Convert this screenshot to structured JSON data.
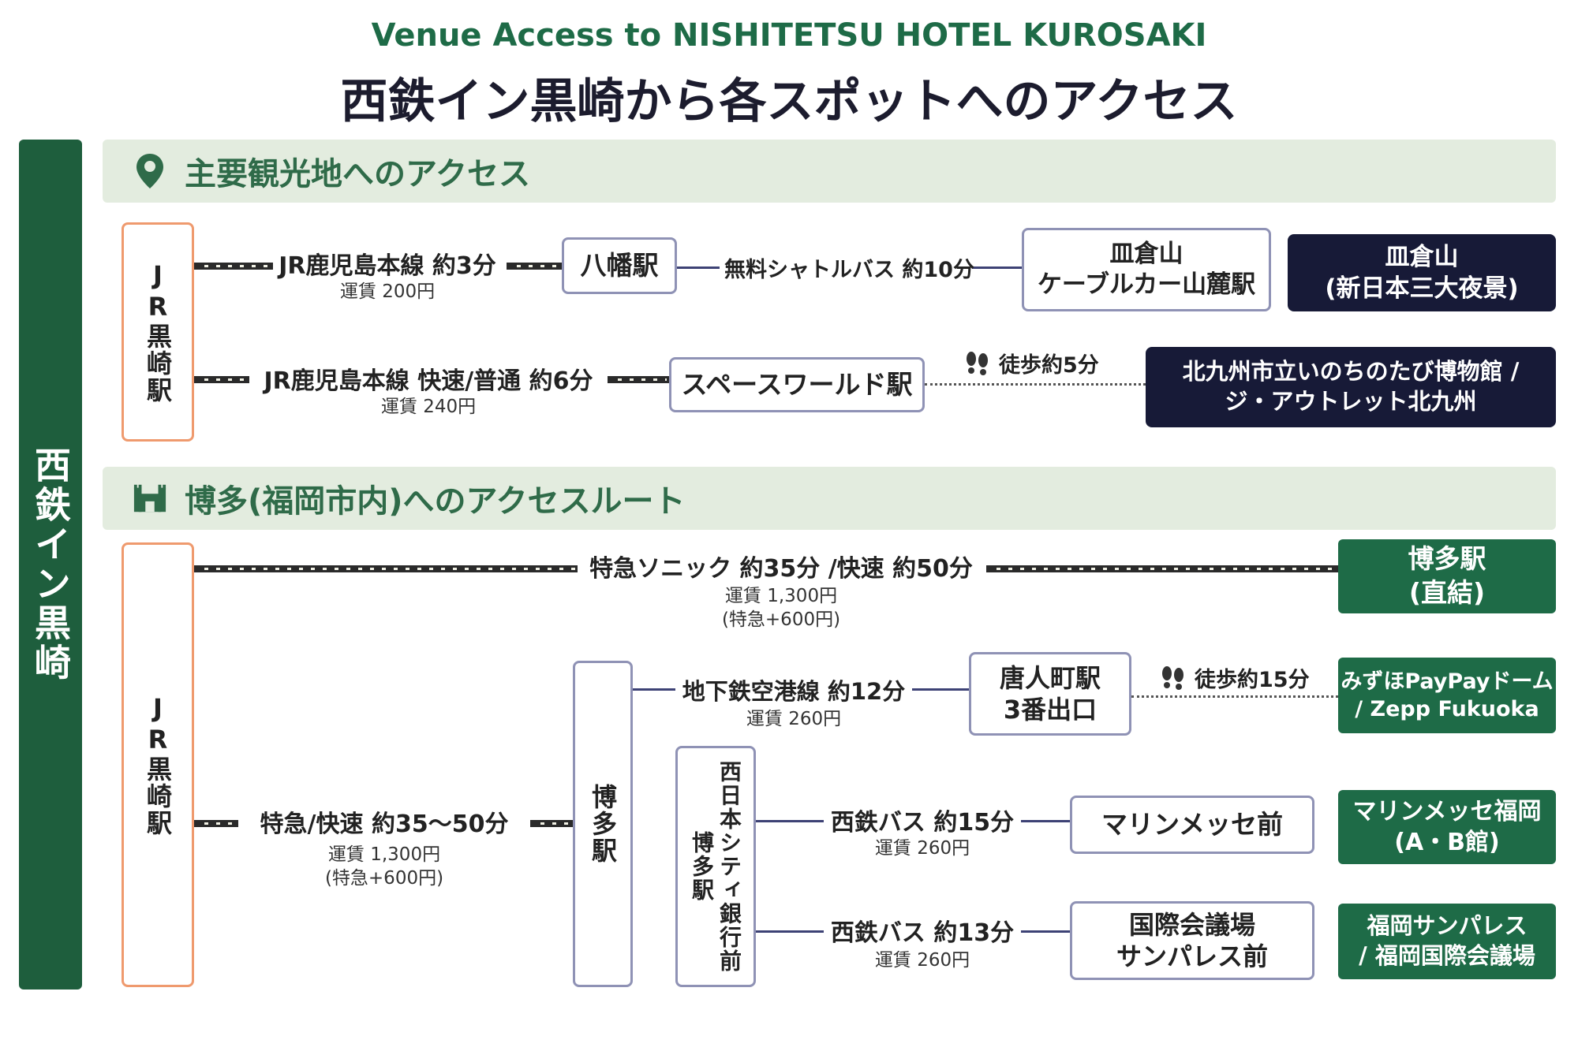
{
  "header": {
    "subtitle": "Venue Access to NISHITETSU HOTEL KUROSAKI",
    "title": "西鉄イン黒崎から各スポットへのアクセス"
  },
  "sidebar": {
    "label": "西鉄イン黒崎"
  },
  "section1": {
    "heading": "主要観光地へのアクセス",
    "icon": "map-pin-icon",
    "origin": "JR黒崎駅",
    "route1": {
      "line": "JR鹿児島本線 約3分",
      "fare": "運賃 200円",
      "station": "八幡駅",
      "transfer": "無料シャトルバス 約10分",
      "stop": "皿倉山\nケーブルカー山麓駅",
      "destination": "皿倉山\n(新日本三大夜景)"
    },
    "route2": {
      "line": "JR鹿児島本線 快速/普通 約6分",
      "fare": "運賃 240円",
      "station": "スペースワールド駅",
      "walk": "徒歩約5分",
      "destination": "北九州市立いのちのたび博物館 /\nジ・アウトレット北九州"
    }
  },
  "section2": {
    "heading": "博多(福岡市内)へのアクセスルート",
    "icon": "castle-icon",
    "origin": "JR黒崎駅",
    "direct": {
      "line": "特急ソニック 約35分 /快速 約50分",
      "fare": "運賃 1,300円\n(特急+600円)",
      "destination": "博多駅\n(直結)"
    },
    "via_hakata": {
      "line": "特急/快速 約35〜50分",
      "fare": "運賃 1,300円\n(特急+600円)",
      "station": "博多駅"
    },
    "subway": {
      "line": "地下鉄空港線 約12分",
      "fare": "運賃 260円",
      "station": "唐人町駅\n3番出口",
      "walk": "徒歩約15分",
      "destination": "みずほPayPayドーム\n/ Zepp Fukuoka"
    },
    "bus_stop": "西日本シティ銀行前 博多駅",
    "bus1": {
      "line": "西鉄バス 約15分",
      "fare": "運賃 260円",
      "stop": "マリンメッセ前",
      "destination": "マリンメッセ福岡\n(A・B館)"
    },
    "bus2": {
      "line": "西鉄バス 約13分",
      "fare": "運賃 260円",
      "stop": "国際会議場\nサンパレス前",
      "destination": "福岡サンパレス\n/ 福岡国際会議場"
    }
  },
  "colors": {
    "brand_green": "#1e6b47",
    "navy": "#171a37",
    "origin_border": "#ef9a6e",
    "station_border": "#8f92b5"
  }
}
